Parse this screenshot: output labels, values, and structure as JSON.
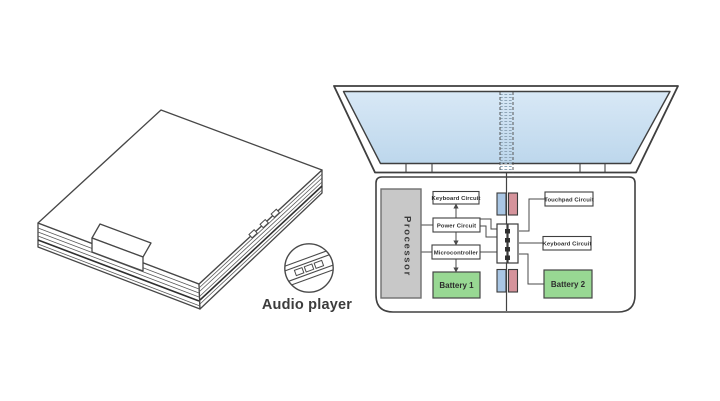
{
  "illustration": {
    "caption": "Audio player"
  },
  "diagram": {
    "processor_label": "Processor",
    "left": {
      "keyboard_circuit": "Keyboard Circuit",
      "power_circuit": "Power Circuit",
      "microcontroller": "Microcontroller",
      "battery": "Battery 1"
    },
    "right": {
      "touchpad_circuit": "Touchpad Circuit",
      "keyboard_circuit": "Keyboard Circuit",
      "battery": "Battery 2"
    }
  },
  "colors": {
    "screen_top": "#d8e8f6",
    "screen_bottom": "#bdd7ec",
    "battery_green": "#98d893",
    "connector_blue": "#a9c6e4",
    "connector_red": "#d5939b",
    "processor_gray": "#c8c8c8",
    "fold_hatch": "#8fa6b8"
  }
}
